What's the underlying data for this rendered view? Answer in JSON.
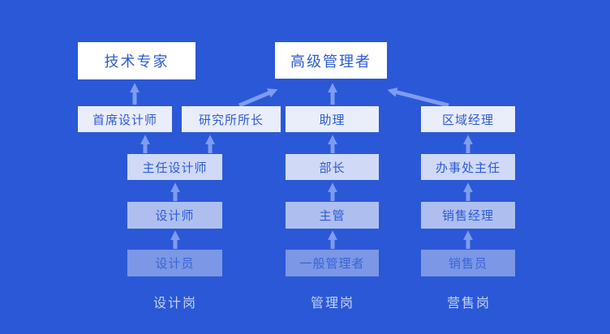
{
  "colors": {
    "background": "#2b58d6",
    "box_text": "#2d5bd7",
    "top_box_fill": "#ffffff",
    "arrow": "#7e9cf0",
    "track_label_text": "#c3d3f7"
  },
  "apex": {
    "technical_expert": "技术专家",
    "senior_manager": "高级管理者"
  },
  "design_track": {
    "label": "设计岗",
    "chief_designer": "首席设计师",
    "institute_director": "研究所所长",
    "director_designer": "主任设计师",
    "designer": "设计师",
    "design_staff": "设计员"
  },
  "management_track": {
    "label": "管理岗",
    "assistant": "助理",
    "minister": "部长",
    "supervisor": "主管",
    "general_manager": "一般管理者"
  },
  "sales_track": {
    "label": "营售岗",
    "regional_manager": "区域经理",
    "office_director": "办事处主任",
    "sales_manager": "销售经理",
    "salesperson": "销售员"
  }
}
